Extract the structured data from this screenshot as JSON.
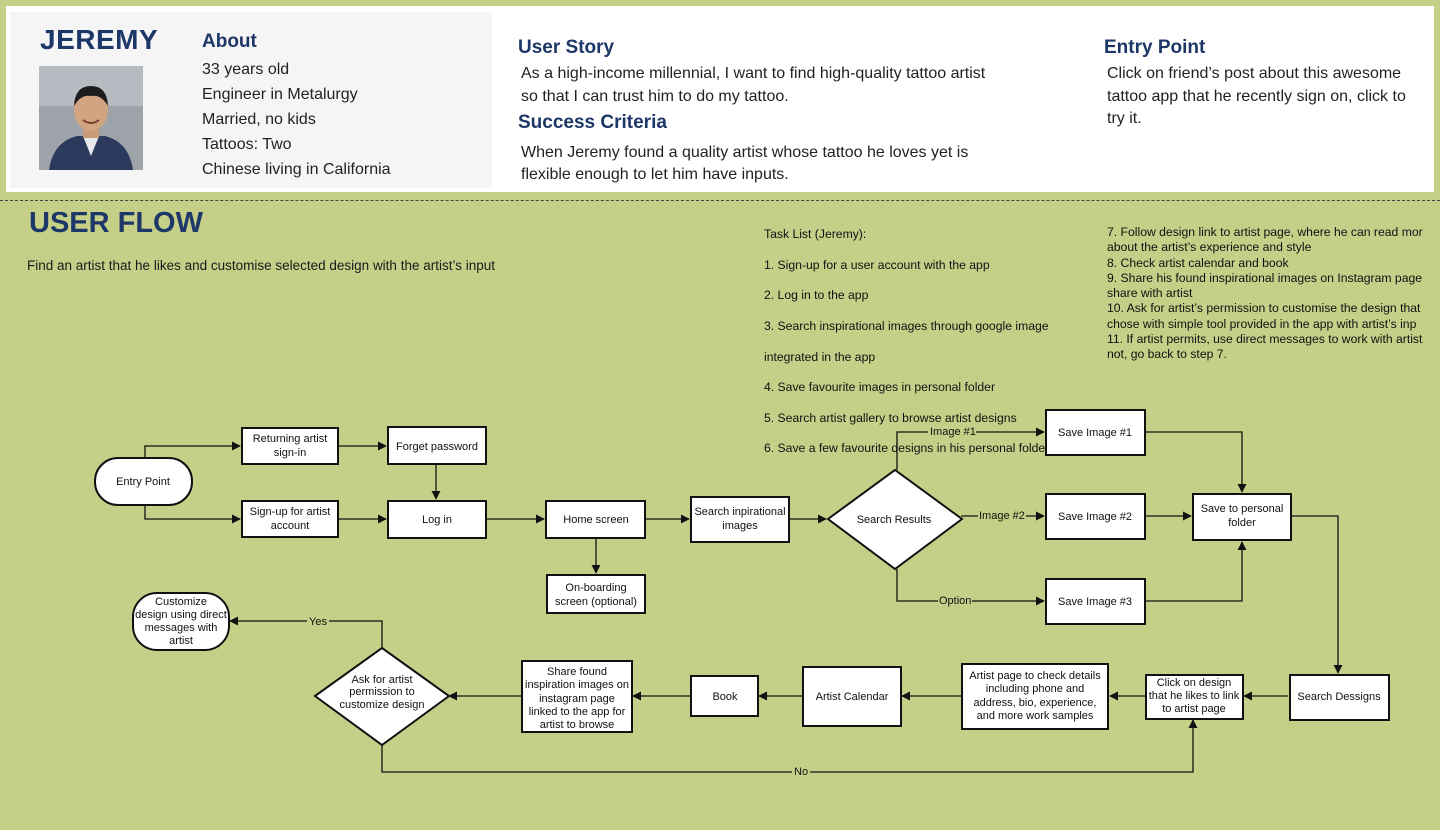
{
  "persona": {
    "name": "JEREMY",
    "about_title": "About",
    "about": [
      "33 years old",
      "Engineer in Metalurgy",
      "Married, no kids",
      "Tattoos: Two",
      "Chinese living in California"
    ]
  },
  "user_story": {
    "title": "User Story",
    "line1": "As a high-income millennial, I want to find high-quality tattoo artist",
    "line2": "so that I can trust him to do my tattoo."
  },
  "success": {
    "title": "Success Criteria",
    "line1": "When Jeremy found a quality artist whose tattoo he loves yet is",
    "line2": "flexible enough to let him have inputs."
  },
  "entry": {
    "title": "Entry Point",
    "line1": "Click on friend’s post about this awesome",
    "line2": "tattoo app that he recently sign on, click to",
    "line3": "try it."
  },
  "flow": {
    "title": "USER FLOW",
    "subtitle": "Find an artist that he likes and customise selected design with the artist’s input",
    "task_list_left": [
      "Task List (Jeremy):",
      "1. Sign-up for a user account with the app",
      "2. Log in to the app",
      "3. Search inspirational images through google image",
      "integrated in the app",
      "4. Save favourite images in personal folder",
      "5. Search artist gallery to browse artist designs",
      "6. Save a few favourite designs in his personal folder"
    ],
    "task_list_right": [
      "7. Follow design link to artist page, where he can read mor",
      "about the artist’s experience and style",
      "8. Check artist calendar and book",
      "9. Share his found inspirational images on Instagram page",
      "share with artist",
      "10. Ask for artist’s permission to customise the design that",
      "chose with simple tool provided in the app with artist’s inp",
      "11. If artist permits, use direct messages to work with artist",
      "not, go back to step 7."
    ],
    "nodes": {
      "entry_point": "Entry Point",
      "returning_1": "Returning artist",
      "returning_2": "sign-in",
      "forget": "Forget password",
      "signup_1": "Sign-up for artist",
      "signup_2": "account",
      "login": "Log in",
      "home": "Home screen",
      "onboarding_1": "On-boarding",
      "onboarding_2": "screen (optional)",
      "search_insp_1": "Search inpirational",
      "search_insp_2": "images",
      "search_results": "Search Results",
      "save1": "Save Image #1",
      "save2": "Save Image #2",
      "save3": "Save Image #3",
      "save_folder_1": "Save to personal",
      "save_folder_2": "folder",
      "search_designs": "Search Dessigns",
      "click_design_1": "Click on design",
      "click_design_2": "that he likes to link",
      "click_design_3": "to artist page",
      "artist_page_1": "Artist page to check details",
      "artist_page_2": "including phone and",
      "artist_page_3": "address, bio, experience,",
      "artist_page_4": "and more work samples",
      "artist_calendar": "Artist Calendar",
      "book": "Book",
      "share_1": "Share found",
      "share_2": "inspiration images on",
      "share_3": "instagram page",
      "share_4": "linked to the app for",
      "share_5": "artist to browse",
      "ask_1": "Ask for artist",
      "ask_2": "permission to",
      "ask_3": "customize design",
      "customize_1": "Customize",
      "customize_2": "design using direct",
      "customize_3": "messages with",
      "customize_4": "artist"
    },
    "edge_labels": {
      "image1": "Image #1",
      "image2": "Image #2",
      "option": "Option",
      "yes": "Yes",
      "no": "No"
    }
  }
}
